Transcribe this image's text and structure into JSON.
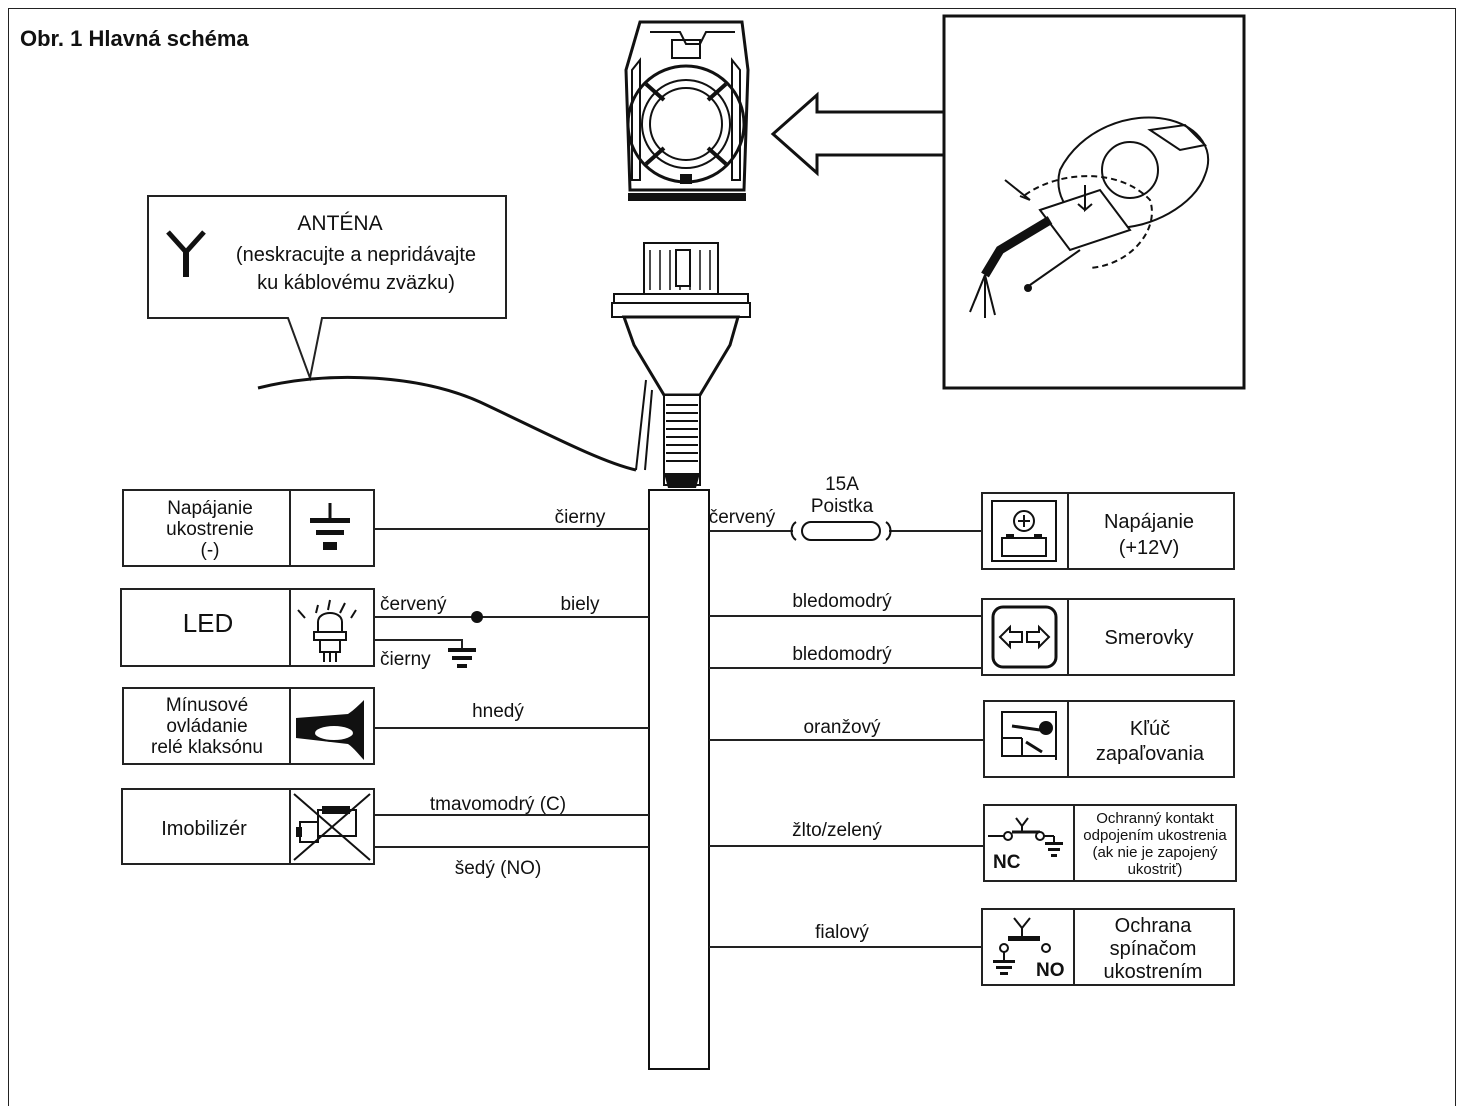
{
  "title": "Obr. 1 Hlavná schéma",
  "antenna": {
    "line1": "ANTÉNA",
    "line2": "(neskracujte a nepridávajte",
    "line3": "ku káblovému zväzku)"
  },
  "left_devices": {
    "ground": {
      "lines": [
        "Napájanie",
        "ukostrenie",
        "(-)"
      ],
      "wire": "čierny"
    },
    "led": {
      "label": "LED",
      "wire_red": "červený",
      "wire_white": "biely",
      "wire_black": "čierny"
    },
    "horn": {
      "lines": [
        "Mínusové",
        "ovládanie",
        "relé klaksónu"
      ],
      "wire": "hnedý"
    },
    "immobilizer": {
      "label": "Imobilizér",
      "wire_c": "tmavomodrý (C)",
      "wire_no": "šedý (NO)"
    }
  },
  "right_devices": {
    "power": {
      "lines": [
        "Napájanie",
        "(+12V)"
      ],
      "wire": "červený",
      "fuse": [
        "15A",
        "Poistka"
      ]
    },
    "blinkers": {
      "label": "Smerovky",
      "wire1": "bledomodrý",
      "wire2": "bledomodrý"
    },
    "ignition": {
      "lines": [
        "Kľúč",
        "zapaľovania"
      ],
      "wire": "oranžový"
    },
    "nc_contact": {
      "lines": [
        "Ochranný kontakt",
        "odpojením ukostrenia",
        "(ak nie je zapojený",
        "ukostriť)"
      ],
      "wire": "žlto/zelený",
      "code": "NC"
    },
    "no_contact": {
      "lines": [
        "Ochrana",
        "spínačom",
        "ukostrením"
      ],
      "wire": "fialový",
      "code": "NO"
    }
  }
}
